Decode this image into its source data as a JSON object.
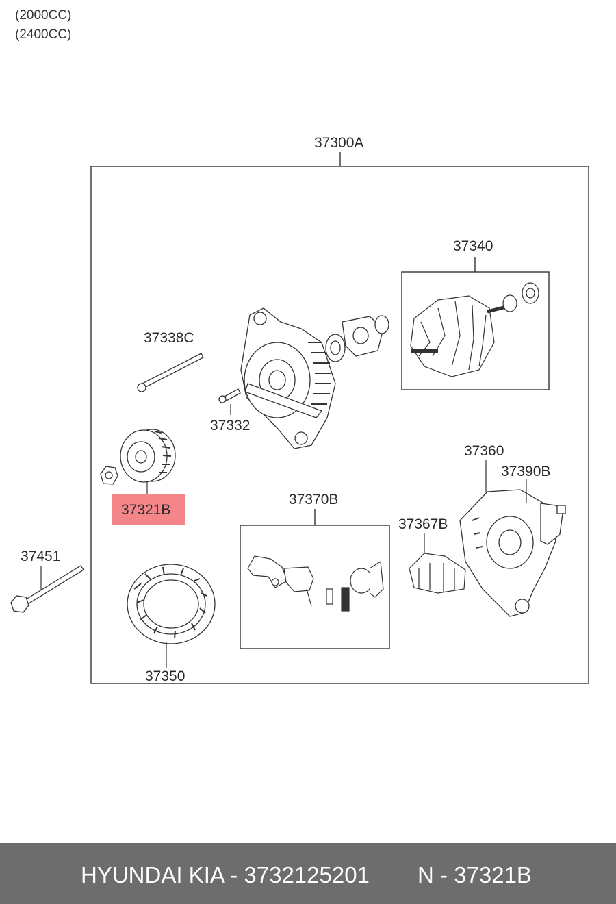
{
  "engine_notes": [
    "(2000CC)",
    "(2400CC)"
  ],
  "assembly_label": "37300A",
  "callouts": {
    "rotor": "37340",
    "through_bolt_c": "37338C",
    "screw": "37332",
    "pulley": "37321B",
    "through_bolt": "37451",
    "stator": "37350",
    "brush_holder_kit": "37370B",
    "regulator": "37367B",
    "rear_bracket": "37360",
    "cover": "37390B"
  },
  "highlight_color": "#f4868a",
  "footer": {
    "brand": "HYUNDAI  KIA - 3732125201",
    "reference": "N - 37321B"
  }
}
